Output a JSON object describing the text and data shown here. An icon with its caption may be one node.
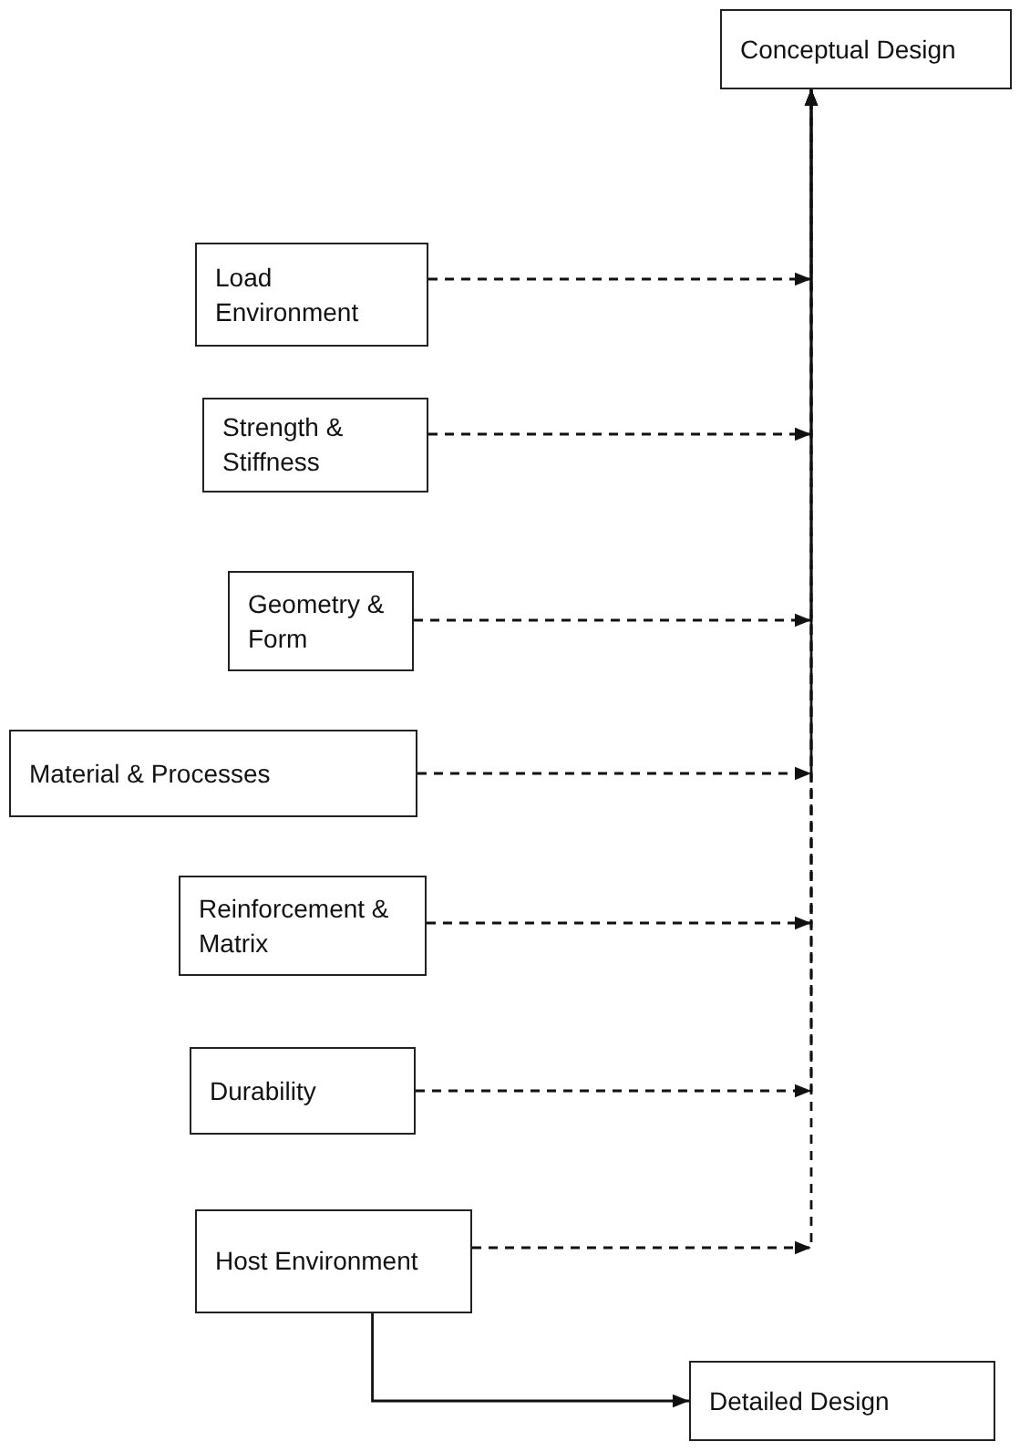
{
  "diagram": {
    "nodes": [
      {
        "text": [
          "Conceptual Design"
        ]
      },
      {
        "text": [
          "Load Environment"
        ]
      },
      {
        "text": [
          "Strength & Stiffness"
        ]
      },
      {
        "text": [
          "Geometry & Form"
        ]
      },
      {
        "text": [
          "Material & Processes"
        ]
      },
      {
        "text": [
          "Reinforcement & Matrix"
        ]
      },
      {
        "text": [
          "Durability"
        ]
      },
      {
        "text": [
          "Host Environment"
        ]
      },
      {
        "text": [
          "Detailed Design"
        ]
      }
    ],
    "edges": [
      {
        "from": 1,
        "to": 0,
        "arrow": "to",
        "style": "dashed"
      },
      {
        "from": 2,
        "to": 0,
        "arrow": "to",
        "style": "dashed"
      },
      {
        "from": 3,
        "to": 0,
        "arrow": "to",
        "style": "dashed"
      },
      {
        "from": 4,
        "to": 0,
        "arrow": "to",
        "style": "dashed"
      },
      {
        "from": 5,
        "to": 0,
        "arrow": "to",
        "style": "dashed"
      },
      {
        "from": 6,
        "to": 0,
        "arrow": "to",
        "style": "dashed"
      },
      {
        "from": 7,
        "to": 0,
        "arrow": "to",
        "style": "dashed"
      },
      {
        "from": 7,
        "to": 8,
        "arrow": "to"
      }
    ]
  }
}
